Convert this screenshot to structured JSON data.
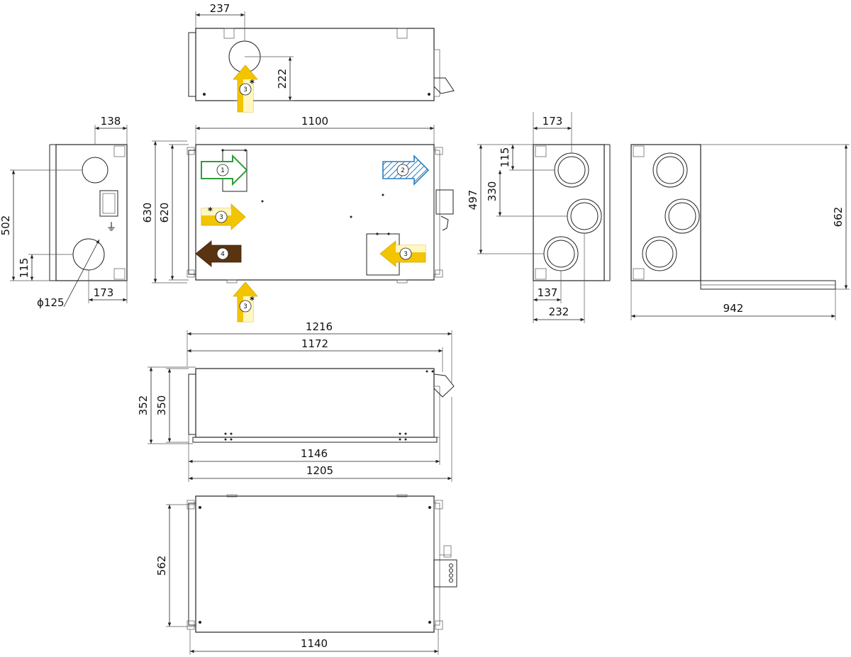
{
  "dimensions": {
    "top_237": "237",
    "top_222": "222",
    "side_138": "138",
    "side_502": "502",
    "side_115": "115",
    "side_173": "173",
    "side_phi125": "ϕ125",
    "front_1100": "1100",
    "front_630": "630",
    "front_620": "620",
    "right_173": "173",
    "right_115": "115",
    "right_330": "330",
    "right_497": "497",
    "right_137": "137",
    "right_232": "232",
    "far_662": "662",
    "far_942": "942",
    "bottom_1216": "1216",
    "bottom_1172": "1172",
    "bottom_352": "352",
    "bottom_350": "350",
    "bottom_1146": "1146",
    "bottom_1205": "1205",
    "plan_562": "562",
    "plan_1140": "1140"
  },
  "flow_markers": [
    {
      "number": "1",
      "color": "#2e9e3a",
      "meaning": "arrow-outline-green"
    },
    {
      "number": "2",
      "color": "#2a7fc1",
      "meaning": "arrow-hatched-blue"
    },
    {
      "number": "3",
      "color": "#f2c500",
      "meaning": "arrow-yellow"
    },
    {
      "number": "4",
      "color": "#5a3310",
      "meaning": "arrow-brown"
    }
  ],
  "asterisk": "*",
  "colors": {
    "outline": "#222222",
    "yellow": "#f2c500",
    "green": "#2e9e3a",
    "blue": "#2a7fc1",
    "brown": "#5a3310"
  }
}
